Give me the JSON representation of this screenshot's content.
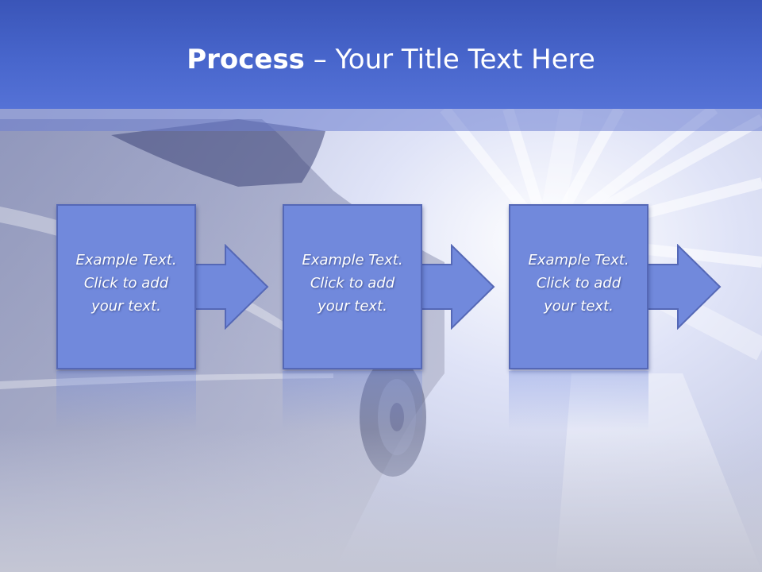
{
  "slide": {
    "title_bold": "Process",
    "title_rest": " – Your Title Text Here",
    "steps": [
      {
        "line1": "Example Text.",
        "line2": "Click  to add",
        "line3": "your text."
      },
      {
        "line1": "Example Text.",
        "line2": "Click  to add",
        "line3": "your text."
      },
      {
        "line1": "Example Text.",
        "line2": "Click  to add",
        "line3": "your text."
      }
    ]
  },
  "colors": {
    "header": "#4866cc",
    "box_fill": "#7189dc",
    "box_border": "#5568b6",
    "text": "#ffffff"
  },
  "icons": [
    "right-arrow-icon",
    "right-arrow-icon",
    "right-arrow-icon"
  ]
}
